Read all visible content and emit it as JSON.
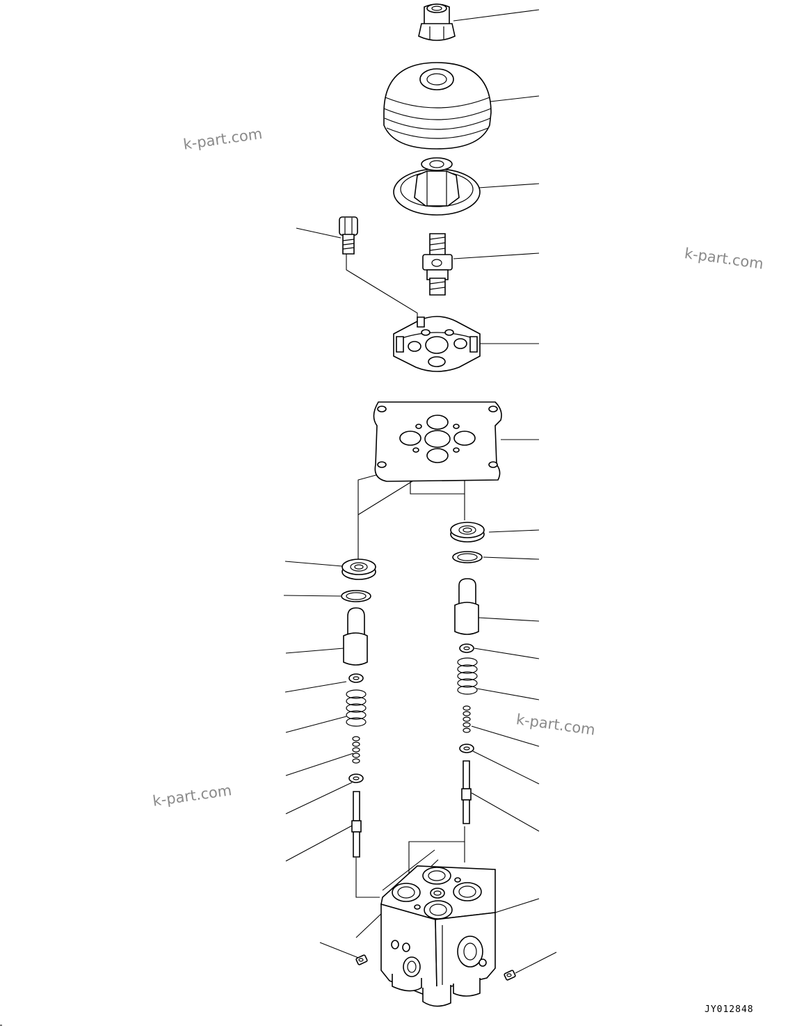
{
  "diagram": {
    "drawing_code": "JY012848",
    "watermarks": [
      "k-part.com",
      "k-part.com",
      "k-part.com",
      "k-part.com"
    ],
    "colors": {
      "line": "#000000",
      "background": "#ffffff",
      "watermark": "#8a8a8a"
    }
  }
}
